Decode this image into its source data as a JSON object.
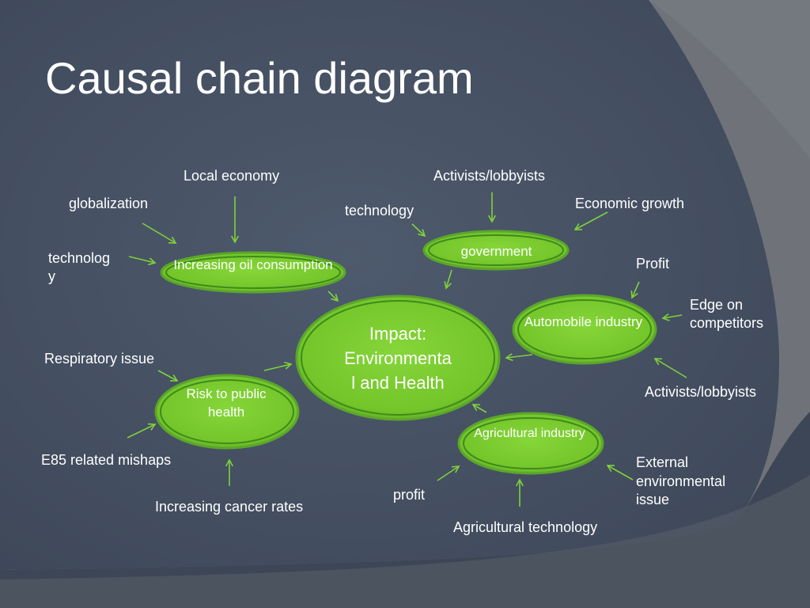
{
  "title": "Causal chain diagram",
  "colors": {
    "node_fill": "#78c82e",
    "node_stroke": "#4f9a22",
    "arrow": "#7fd13b",
    "background": "#4a5568",
    "text": "#ffffff"
  },
  "nodes": {
    "oil_consumption": "Increasing oil consumption",
    "government": "government",
    "impact": "Impact:\nEnvironmenta\nl and Health",
    "automobile": "Automobile industry",
    "risk": "Risk to public health",
    "agricultural": "Agricultural industry"
  },
  "factors": {
    "local_economy": "Local economy",
    "globalization": "globalization",
    "technology_left_1": "technolog",
    "technology_left_2": "y",
    "activists_top": "Activists/lobbyists",
    "technology_gov": "technology",
    "economic_growth": "Economic growth",
    "profit_auto": "Profit",
    "edge_1": "Edge on",
    "edge_2": "competitors",
    "activists_right": "Activists/lobbyists",
    "respiratory": "Respiratory issue",
    "e85": "E85 related mishaps",
    "cancer": "Increasing cancer rates",
    "profit_agri": "profit",
    "agri_technology": "Agricultural technology",
    "external_1": "External",
    "external_2": "environmental",
    "external_3": "issue"
  }
}
